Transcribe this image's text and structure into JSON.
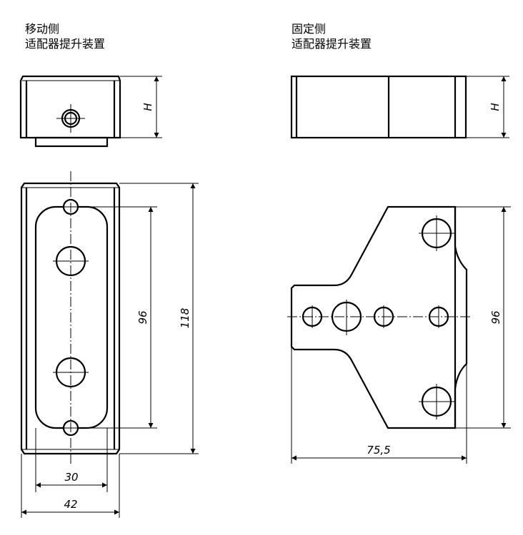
{
  "left_title": {
    "line1": "移动侧",
    "line2": "适配器提升装置"
  },
  "right_title": {
    "line1": "固定侧",
    "line2": "适配器提升装置"
  },
  "dimensions": {
    "left_top_height": "H",
    "right_top_height": "H",
    "left_hole_spacing": "96",
    "left_total_length": "118",
    "left_slot_width": "30",
    "left_total_width": "42",
    "right_hole_spacing": "96",
    "right_width": "75,5"
  }
}
